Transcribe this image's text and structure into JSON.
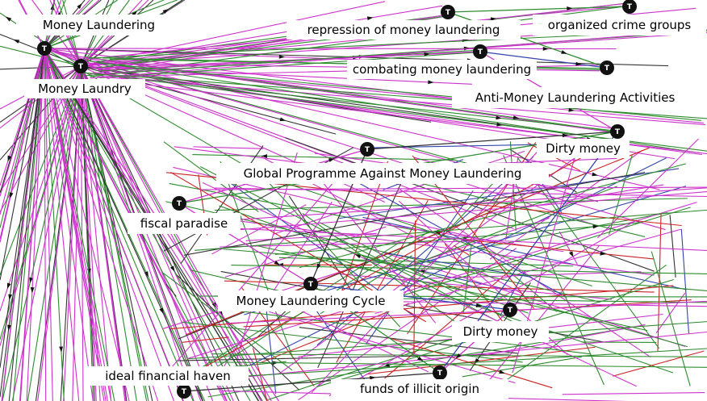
{
  "palette": {
    "magenta": "#cc33cc",
    "green": "#2e8b2e",
    "blue": "#3344aa",
    "red": "#cc2222",
    "dark": "#333333",
    "node": "#111111",
    "label_bg": "#ffffff"
  },
  "node_icon": "T",
  "nodes": [
    {
      "id": "money-laundering",
      "label": "Money Laundering"
    },
    {
      "id": "money-laundry",
      "label": "Money Laundry"
    },
    {
      "id": "repression",
      "label": "repression of money laundering"
    },
    {
      "id": "organized-crime",
      "label": "organized crime groups"
    },
    {
      "id": "combating",
      "label": "combating money laundering"
    },
    {
      "id": "anti-ml",
      "label": "Anti-Money Laundering Activities"
    },
    {
      "id": "dirty-money-1",
      "label": "Dirty money"
    },
    {
      "id": "global-programme",
      "label": "Global Programme Against Money Laundering"
    },
    {
      "id": "fiscal-paradise",
      "label": "fiscal paradise"
    },
    {
      "id": "ml-cycle",
      "label": "Money Laundering Cycle"
    },
    {
      "id": "dirty-money-2",
      "label": "Dirty money"
    },
    {
      "id": "ideal-haven",
      "label": "ideal financial haven"
    },
    {
      "id": "illicit-funds",
      "label": "funds of illicit origin"
    }
  ]
}
